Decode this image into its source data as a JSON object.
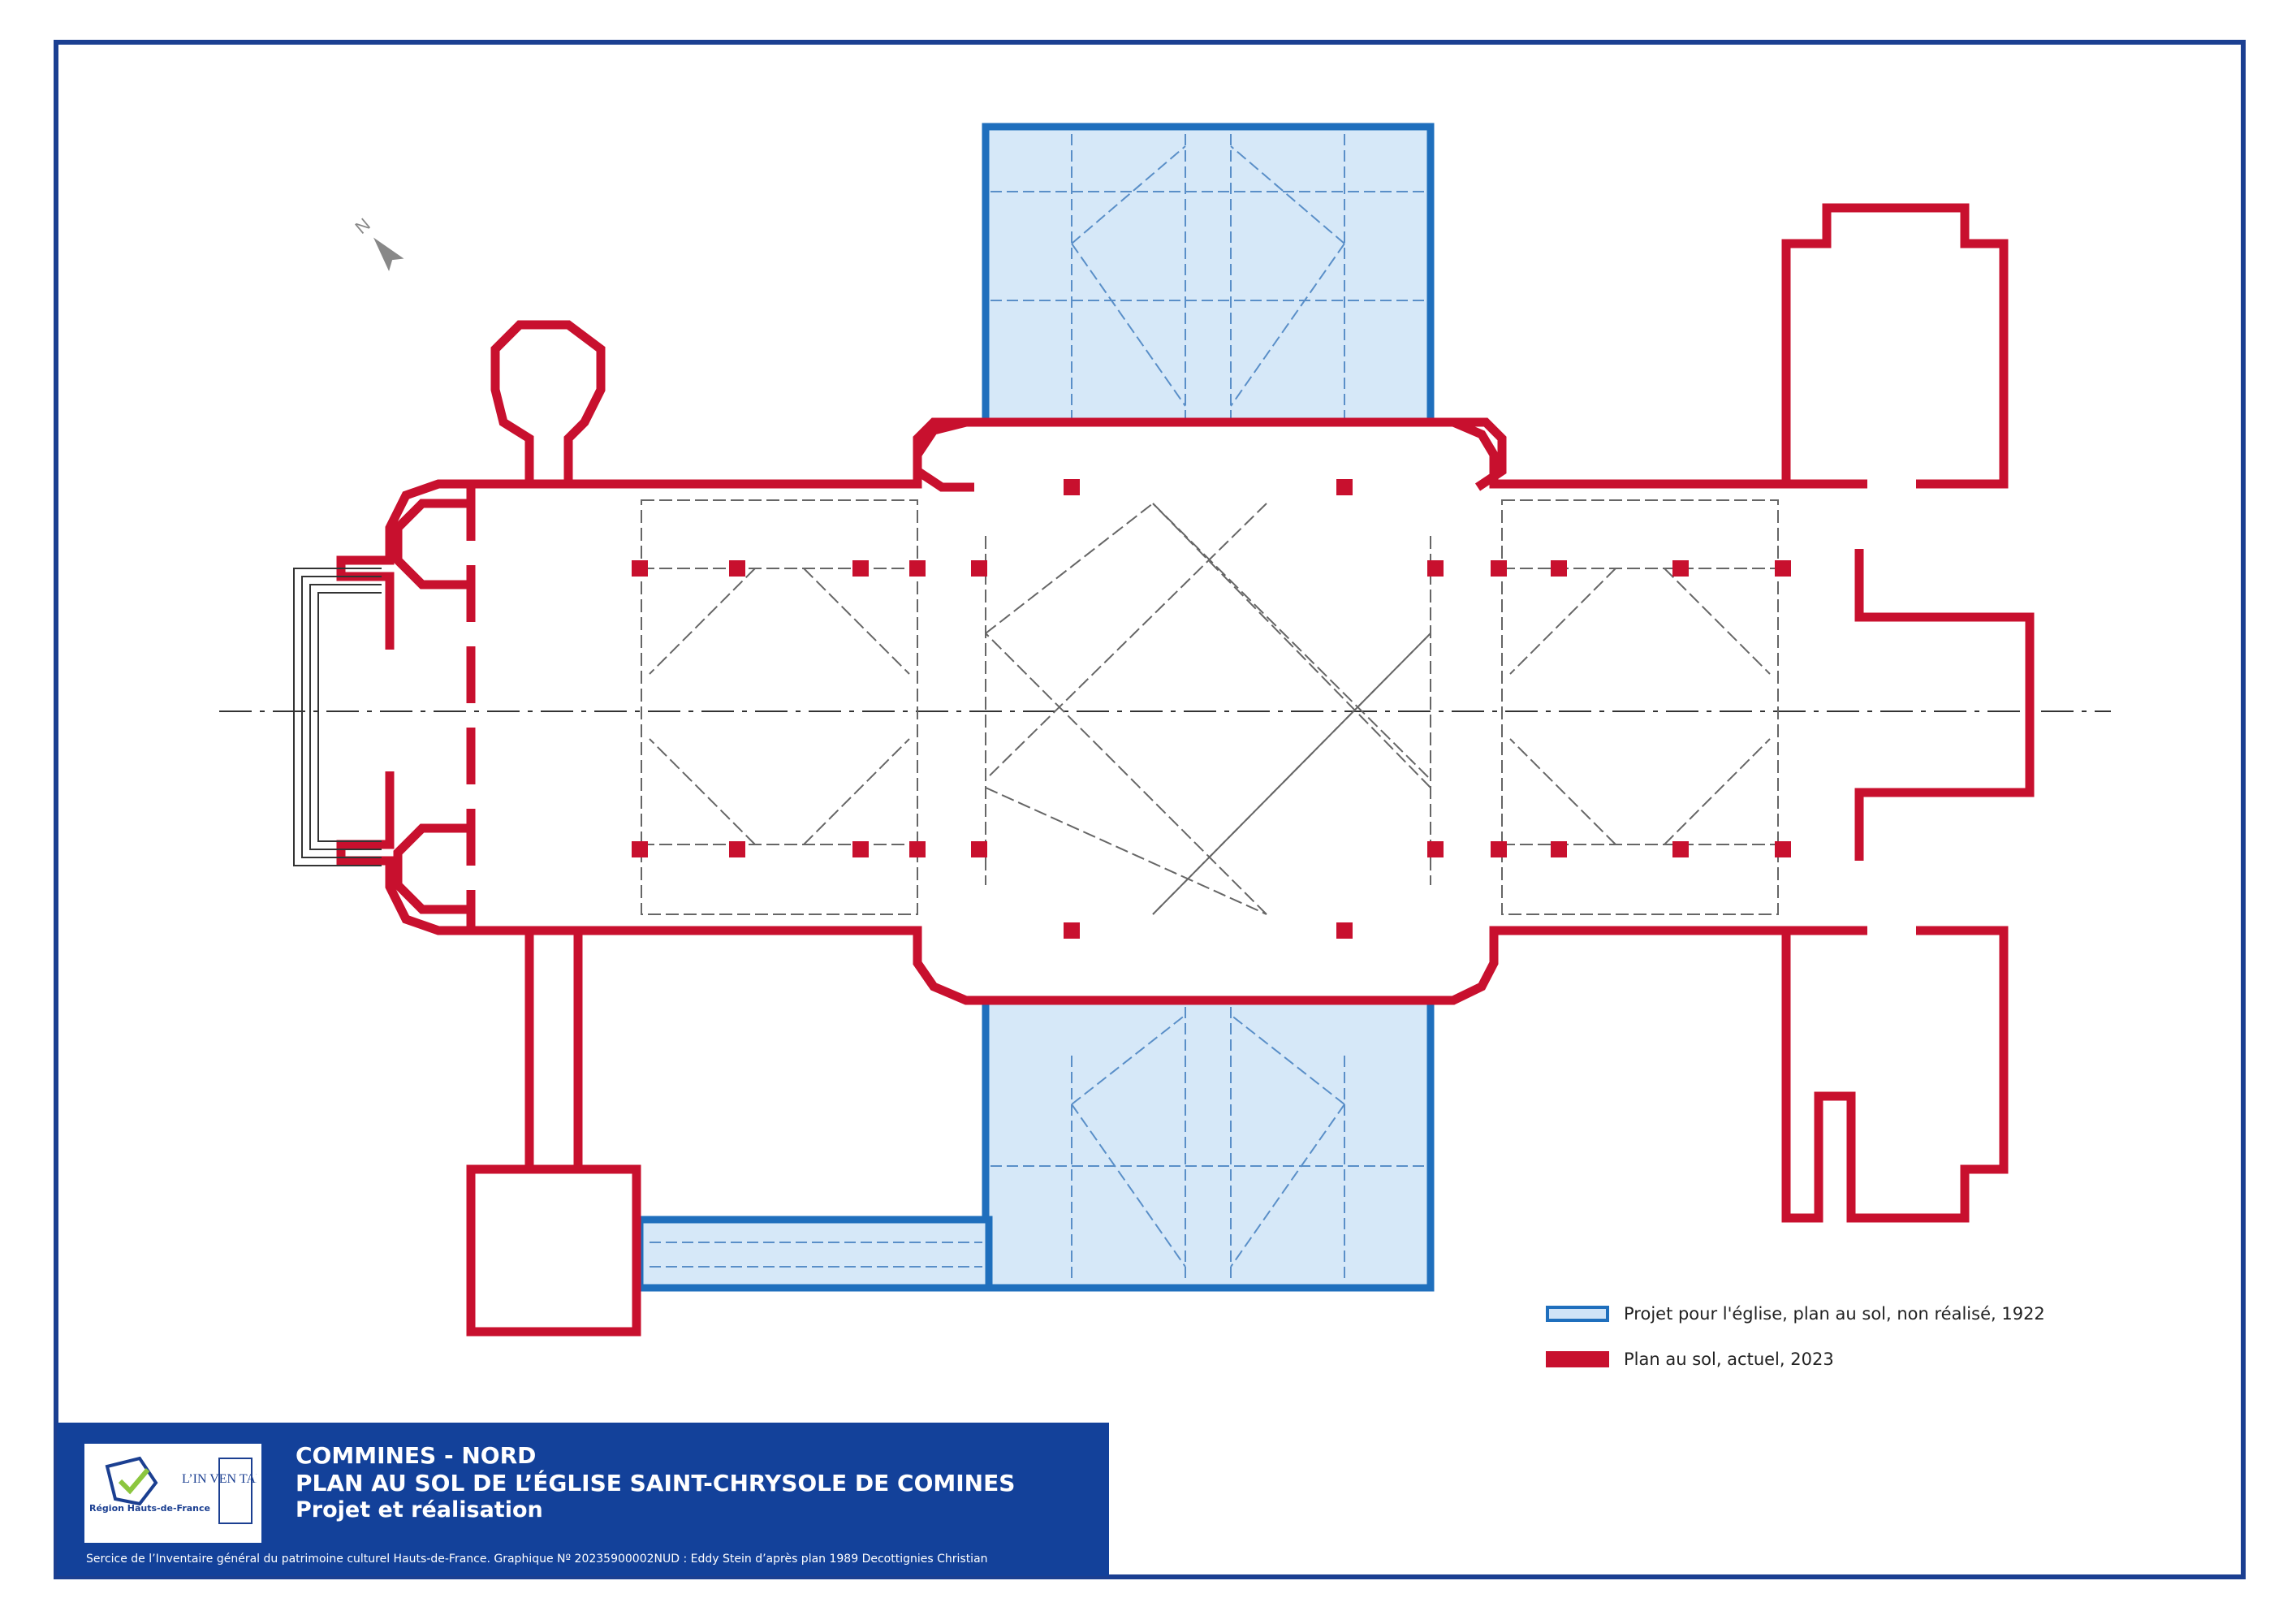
{
  "title": {
    "line1": "COMMINES - NORD",
    "line2": "PLAN AU SOL DE L’ÉGLISE SAINT-CHRYSOLE DE COMINES",
    "line3": "Projet et réalisation"
  },
  "credit": "Sercice de l’Inventaire général du patrimoine culturel Hauts-de-France. Graphique Nº 20235900002NUD : Eddy Stein d’après plan 1989 Decottignies Christian",
  "logos": {
    "region_text": "Région Hauts-de-France",
    "inventaire_text": "L’IN VEN TAI RE"
  },
  "compass": {
    "label": "N",
    "icon": "north-arrow-icon"
  },
  "legend": [
    {
      "label": "Projet pour l'église, plan au sol, non réalisé, 1922",
      "color": "#cfe3f7",
      "border": "#1f6fbd"
    },
    {
      "label": "Plan au sol, actuel, 2023",
      "color": "#c8102e"
    }
  ],
  "colors": {
    "current_plan": "#c8102e",
    "project_fill": "#d6e8f8",
    "project_stroke": "#1f6fbd",
    "frame": "#1b3f91",
    "title_band": "#13419a"
  }
}
